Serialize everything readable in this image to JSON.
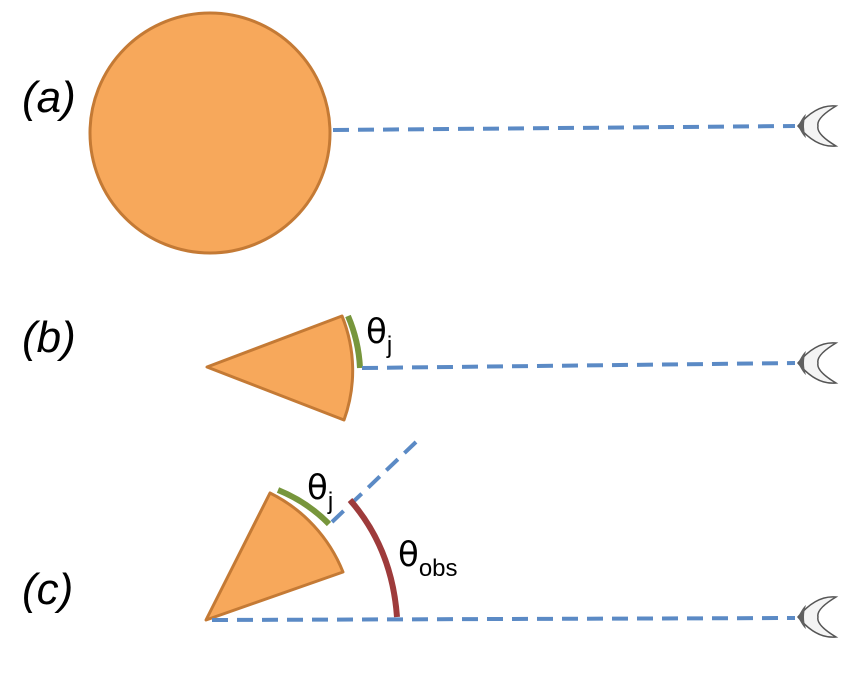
{
  "panels": {
    "a": {
      "label": "(a)"
    },
    "b": {
      "label": "(b)",
      "jet_angle": {
        "symbol": "θ",
        "subscript": "j"
      }
    },
    "c": {
      "label": "(c)",
      "jet_angle": {
        "symbol": "θ",
        "subscript": "j"
      },
      "observer_angle": {
        "symbol": "θ",
        "subscript": "obs"
      }
    }
  },
  "colors": {
    "source_fill": "#f7a85b",
    "source_stroke": "#c47a35",
    "sight_line": "#5b8ac5",
    "jet_angle_arc": "#77963c",
    "observer_angle_arc": "#9e3b3b"
  },
  "icons": [
    "eye-icon"
  ]
}
